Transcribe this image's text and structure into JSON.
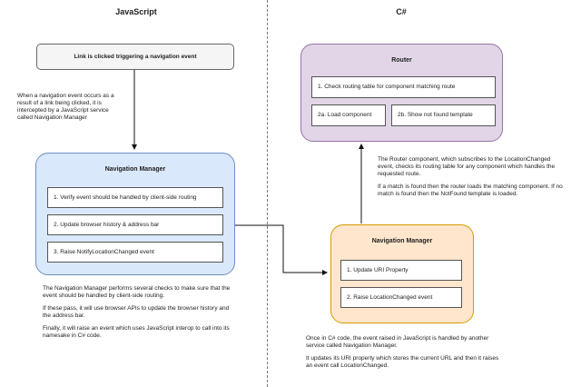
{
  "columns": {
    "left": "JavaScript",
    "right": "C#"
  },
  "trigger_box": "Link is clicked triggering a navigation event",
  "trigger_note": "When a navigation event occurs as a result of a link being clicked, it is intercepted by a JavaScript service called Navigation Manager",
  "js_nav_manager": {
    "title": "Navigation Manager",
    "steps": [
      "1. Verify event should be handled by client-side routing",
      "2. Update browser history & address bar",
      "3. Raise NotifyLocationChanged event"
    ]
  },
  "js_notes": [
    "The Navigation Manager performs several checks to make sure that the event should be handled by client-side routing.",
    "If these pass, it will use browser APIs to update the browser history and the address bar.",
    "Finally, it will raise an event which uses JavaScript interop to call into its namesake in C# code."
  ],
  "router": {
    "title": "Router",
    "step1": "1. Check routing table for component matching route",
    "step2a": "2a. Load component",
    "step2b": "2b. Show not found template"
  },
  "router_notes": [
    "The Router component, which subscribes to the LocationChanged event, checks its routing table for any component which handles the requested route.",
    "If a match is found then the router loads the matching component. If no match is found then the NotFound template is loaded."
  ],
  "cs_nav_manager": {
    "title": "Navigation Manager",
    "steps": [
      "1. Update URI Property",
      "2. Raise LocationChanged event"
    ]
  },
  "cs_notes": [
    "Once in C# code, the event raised in JavaScript is handled by another service called Navigation Manager.",
    "It updates its URI property which stores the current URL and then it raises an event call LocationChanged."
  ],
  "colors": {
    "gray_fill": "#f5f5f5",
    "gray_border": "#666666",
    "blue_fill": "#dae8fc",
    "blue_border": "#6c8ebf",
    "purple_fill": "#e1d5e7",
    "purple_border": "#9673a6",
    "orange_fill": "#ffe6cc",
    "orange_border": "#d79b00"
  }
}
